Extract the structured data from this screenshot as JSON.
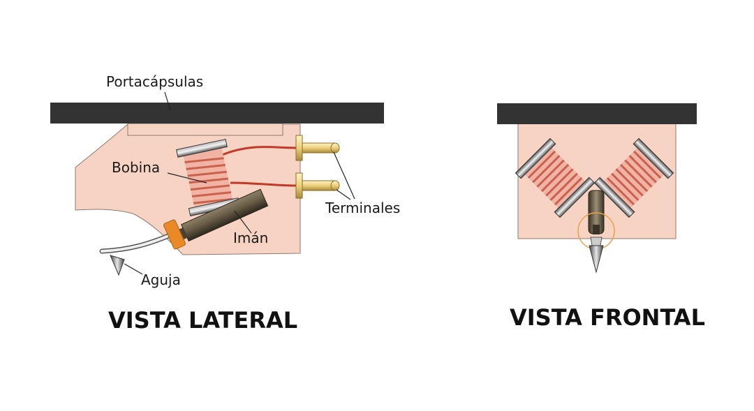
{
  "labels": {
    "holder": "Portacápsulas",
    "coil": "Bobina",
    "terminals": "Terminales",
    "magnet": "Imán",
    "needle": "Aguja"
  },
  "titles": {
    "side": "VISTA LATERAL",
    "front": "VISTA FRONTAL"
  },
  "colors": {
    "bar": "#333333",
    "body": "#f6d3c2",
    "coil_wire": "#d97a6a",
    "lead_wire": "#c0392b",
    "terminal": "#ecd07c",
    "magnet": "#6b5e48",
    "ring": "#e98a26"
  }
}
